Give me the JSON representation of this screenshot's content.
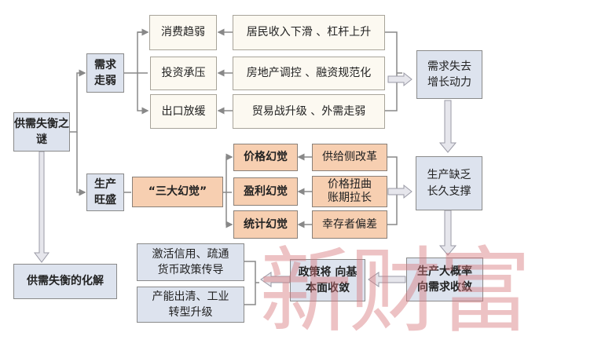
{
  "root": "供需失衡之谜",
  "demand": {
    "title": "需求走弱",
    "items": [
      "消费趋弱",
      "投资承压",
      "出口放缓"
    ],
    "causes": [
      "居民收入下滑 、杠杆上升",
      "房地产调控 、融资规范化",
      "贸易战升级 、外需走弱"
    ],
    "result": "需求失去增长动力"
  },
  "supply": {
    "title": "生产旺盛",
    "illusion": "“三大幻觉”",
    "items": [
      "价格幻觉",
      "盈利幻觉",
      "统计幻觉"
    ],
    "causes": [
      "供给侧改革",
      "价格扭曲 账期拉长",
      "幸存者偏差"
    ],
    "result": "生产缺乏 长久支撑"
  },
  "convergence": "生产大概率 向需求收敛",
  "policy": "政策将 向基 本面收敛",
  "resolution": {
    "title": "供需失衡的化解",
    "items": [
      "激活信用、疏通 货币政策传导",
      "产能出清、工业 转型升级"
    ]
  },
  "watermark": "新财富",
  "colors": {
    "blue": "#dde3ee",
    "cream": "#fcf9f1",
    "orange": "#f7cfb1",
    "watermark": "#d6787d"
  }
}
